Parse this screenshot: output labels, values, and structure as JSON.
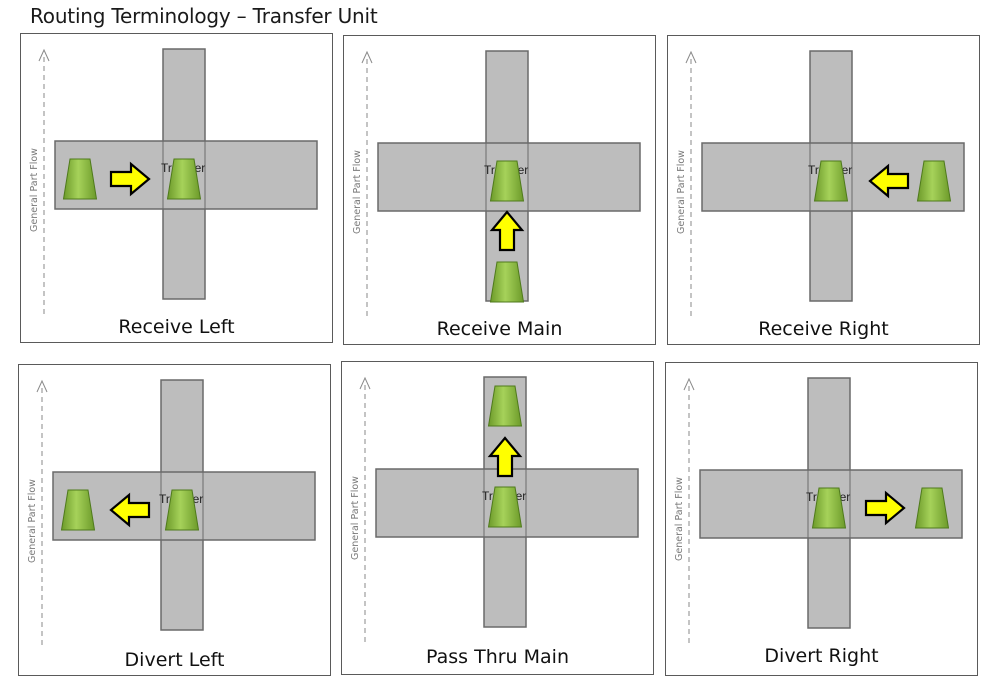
{
  "title": "Routing Terminology – Transfer Unit",
  "flow_label": "General Part Flow",
  "center_label": "Transfer",
  "colors": {
    "conveyor_fill": "#bdbdbd",
    "conveyor_stroke": "#6a6a6a",
    "part_light": "#a6d25a",
    "part_dark": "#6c9a2a",
    "arrow_fill": "#ffff00",
    "arrow_stroke": "#000000"
  },
  "panels": [
    {
      "id": "receive-left",
      "label": "Receive Left",
      "parts": [
        "left",
        "center"
      ],
      "arrow": "left-in"
    },
    {
      "id": "receive-main",
      "label": "Receive Main",
      "parts": [
        "center",
        "bottom"
      ],
      "arrow": "bottom-in"
    },
    {
      "id": "receive-right",
      "label": "Receive Right",
      "parts": [
        "center",
        "right"
      ],
      "arrow": "right-in"
    },
    {
      "id": "divert-left",
      "label": "Divert Left",
      "parts": [
        "left",
        "center"
      ],
      "arrow": "left-out"
    },
    {
      "id": "pass-thru-main",
      "label": "Pass Thru Main",
      "parts": [
        "top",
        "center"
      ],
      "arrow": "top-out"
    },
    {
      "id": "divert-right",
      "label": "Divert Right",
      "parts": [
        "center",
        "right"
      ],
      "arrow": "right-out"
    }
  ]
}
